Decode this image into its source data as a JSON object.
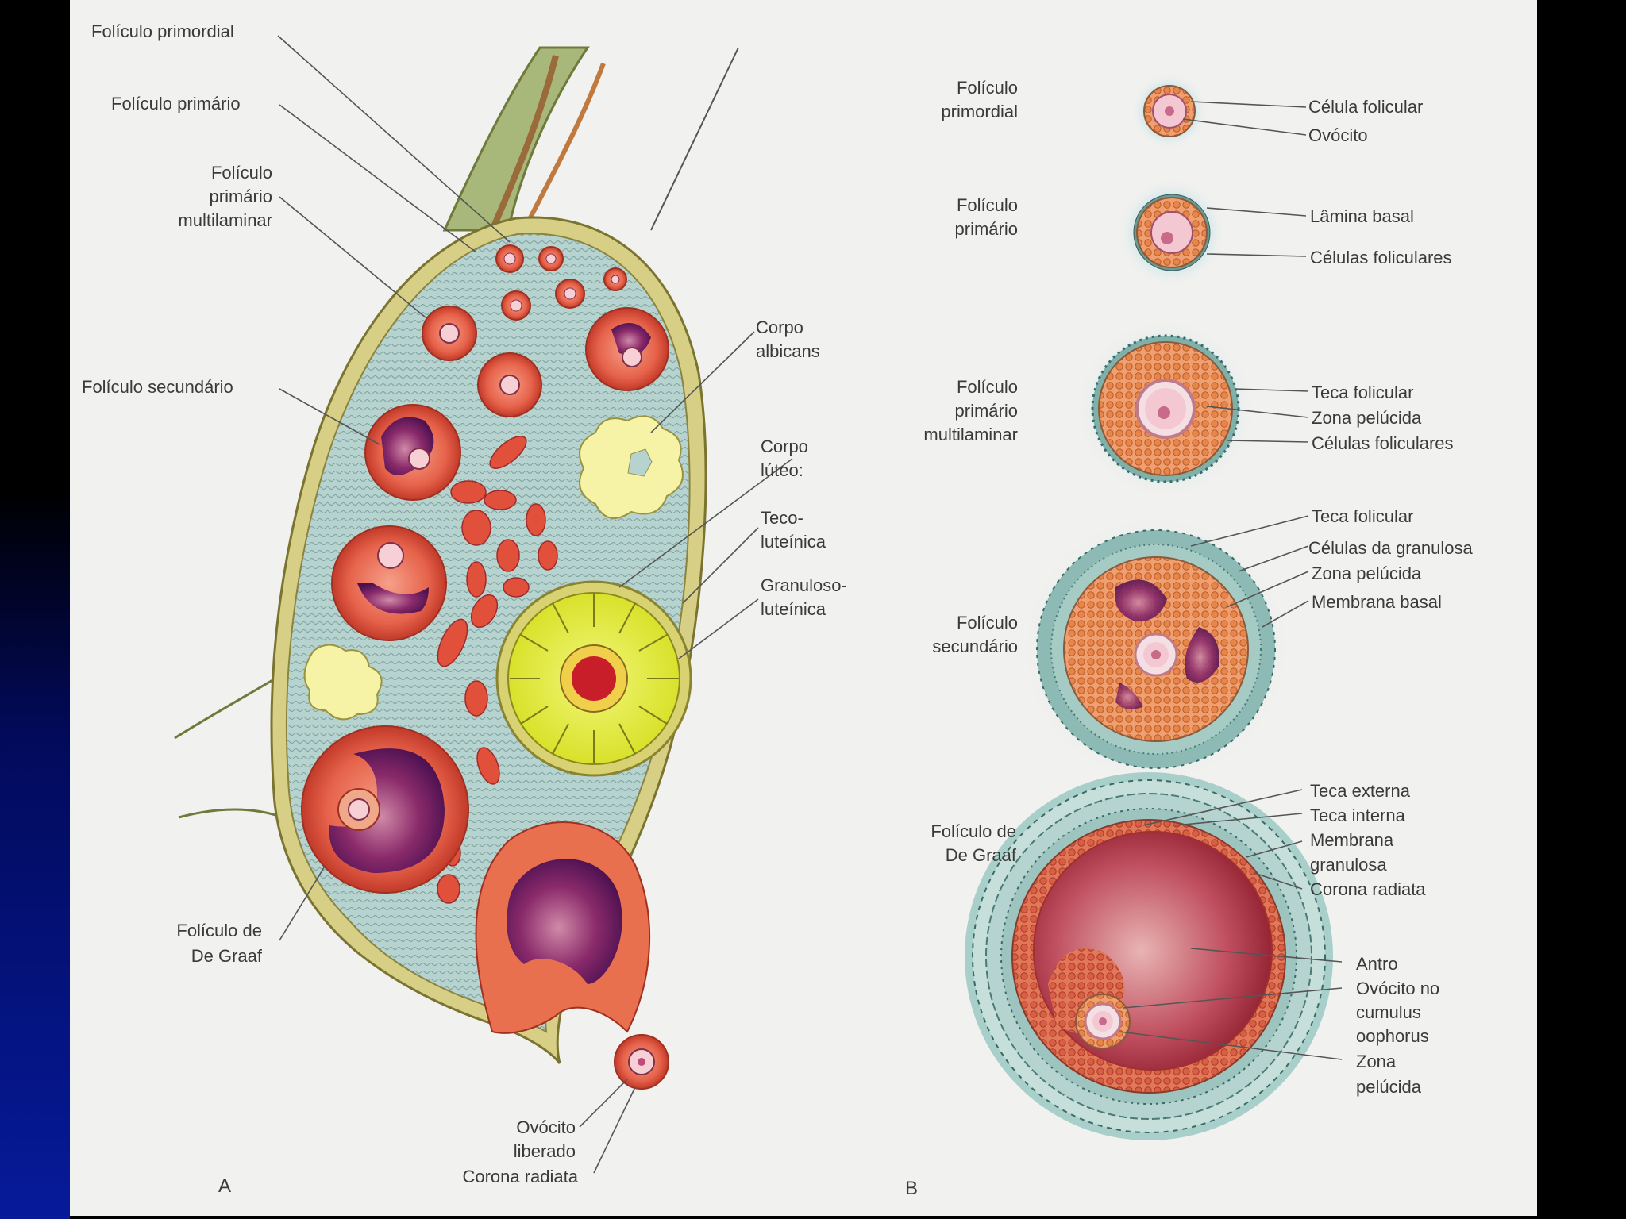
{
  "panel_a": {
    "letter": "A",
    "labels": {
      "folic_primordial": "Folículo primordial",
      "folic_primario": "Folículo primário",
      "folic_multi_1": "Folículo",
      "folic_multi_2": "primário",
      "folic_multi_3": "multilaminar",
      "folic_secundario": "Folículo secundário",
      "corpo_albicans_1": "Corpo",
      "corpo_albicans_2": "albicans",
      "corpo_luteo_1": "Corpo",
      "corpo_luteo_2": "lúteo:",
      "teco_1": "Teco-",
      "teco_2": "luteínica",
      "granuloso_1": "Granuloso-",
      "granuloso_2": "luteínica",
      "degraaf_1": "Folículo de",
      "degraaf_2": "De Graaf",
      "ovocito_1": "Ovócito",
      "ovocito_2": "liberado",
      "corona": "Corona radiata"
    }
  },
  "panel_b": {
    "letter": "B",
    "stage1": {
      "name_1": "Folículo",
      "name_2": "primordial",
      "l1": "Célula folicular",
      "l2": "Ovócito"
    },
    "stage2": {
      "name_1": "Folículo",
      "name_2": "primário",
      "l1": "Lâmina basal",
      "l2": "Células foliculares"
    },
    "stage3": {
      "name_1": "Folículo",
      "name_2": "primário",
      "name_3": "multilaminar",
      "l1": "Teca folicular",
      "l2": "Zona pelúcida",
      "l3": "Células foliculares"
    },
    "stage4": {
      "name_1": "Folículo",
      "name_2": "secundário",
      "l1": "Teca folicular",
      "l2": "Células da granulosa",
      "l3": "Zona pelúcida",
      "l4": "Membrana basal"
    },
    "stage5": {
      "name_1": "Folículo de",
      "name_2": "De Graaf",
      "l1": "Teca externa",
      "l2": "Teca interna",
      "l3": "Membrana",
      "l4": "granulosa",
      "l5": "Corona radiata",
      "l6": "Antro",
      "l7": "Ovócito no",
      "l8": "cumulus",
      "l9": "oophorus",
      "l10": "Zona",
      "l11": "pelúcida"
    }
  }
}
